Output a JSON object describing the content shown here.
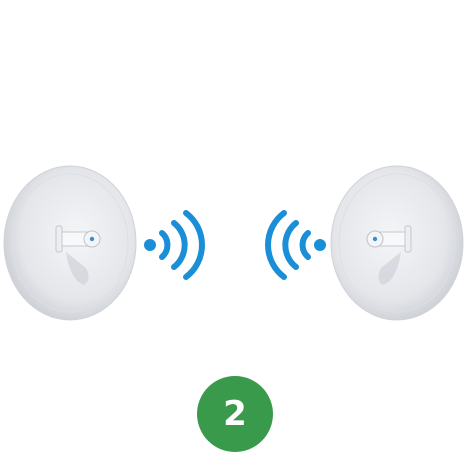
{
  "badge": {
    "number": "2",
    "color": "#3a9a4c"
  },
  "scene": {
    "left_device": "dish-antenna",
    "right_device": "dish-antenna",
    "left_signal": "wifi-waves-right-icon",
    "right_signal": "wifi-waves-left-icon",
    "signal_color": "#1a8fd8",
    "dish_color": "#e6e8eb"
  }
}
